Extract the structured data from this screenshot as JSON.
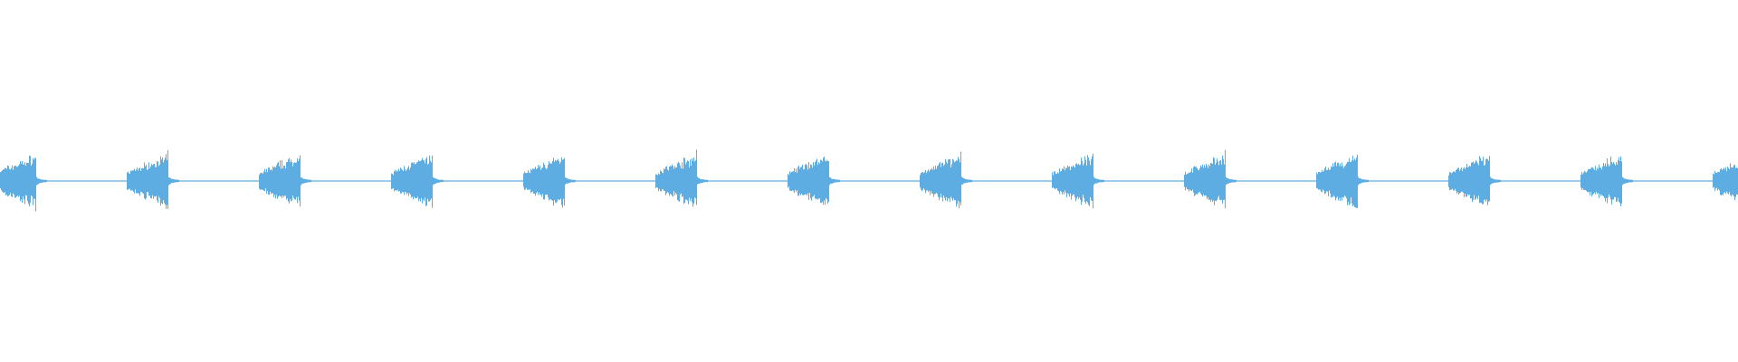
{
  "chart_data": {
    "type": "area",
    "subtype": "audio-waveform",
    "title": "",
    "xlabel": "",
    "ylabel": "",
    "ylim": [
      -1,
      1
    ],
    "grid": false,
    "legend": "none",
    "color": "#5dade2",
    "burst_count": 14,
    "burst_shape": "crescendo-then-cutoff",
    "burst_start_amplitude": 0.04,
    "burst_peak_amplitude": 0.13,
    "silence_amplitude": 0.005
  }
}
